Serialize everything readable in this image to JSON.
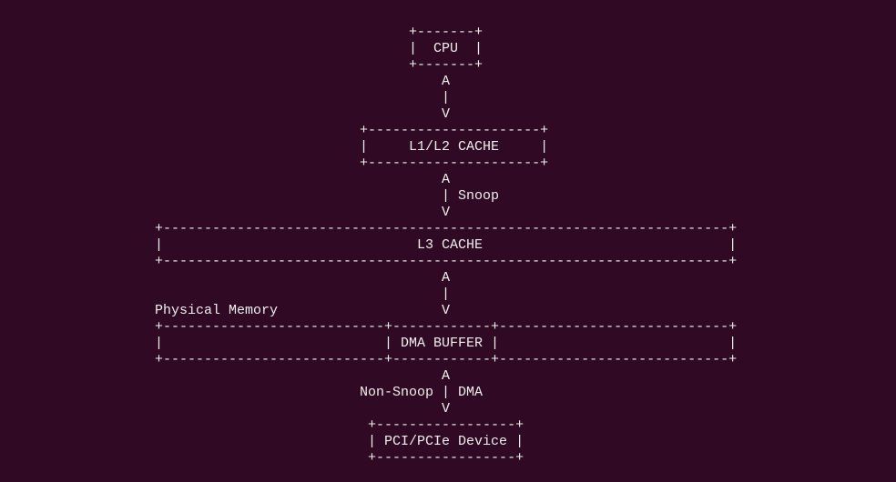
{
  "diagram": {
    "lines": [
      "                               +-------+",
      "                               |  CPU  |",
      "                               +-------+",
      "                                   A",
      "                                   |",
      "                                   V",
      "                         +---------------------+",
      "                         |     L1/L2 CACHE     |",
      "                         +---------------------+",
      "                                   A",
      "                                   | Snoop",
      "                                   V",
      "+---------------------------------------------------------------------+",
      "|                               L3 CACHE                              |",
      "+---------------------------------------------------------------------+",
      "                                   A",
      "                                   |",
      "Physical Memory                    V",
      "+---------------------------+------------+----------------------------+",
      "|                           | DMA BUFFER |                            |",
      "+---------------------------+------------+----------------------------+",
      "                                   A",
      "                         Non-Snoop | DMA",
      "                                   V",
      "                          +-----------------+",
      "                          | PCI/PCIe Device |",
      "                          +-----------------+"
    ]
  }
}
